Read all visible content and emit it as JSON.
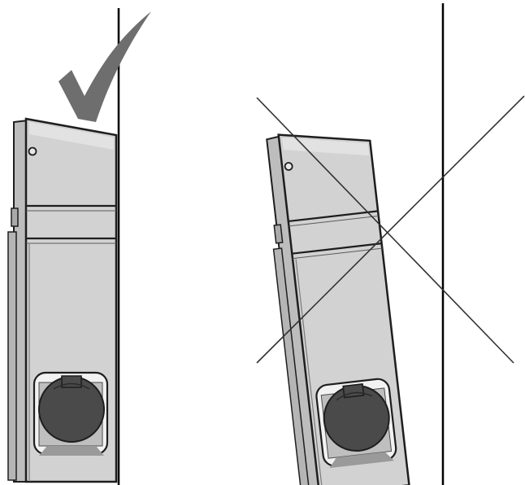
{
  "figure": {
    "panels": [
      {
        "id": "correct",
        "verdict": "correct",
        "mark_icon": "checkmark-icon",
        "mark_color": "#6e6e6e",
        "device_state": "flush-vertical-against-wall"
      },
      {
        "id": "incorrect",
        "verdict": "incorrect",
        "mark_icon": "x-cross-icon",
        "mark_color": "#333333",
        "device_state": "tilted-away-from-wall"
      }
    ],
    "colors": {
      "wall_line": "#000000",
      "housing_face": "#c4c4c4",
      "housing_front": "#d6d6d6",
      "housing_outline": "#1e1e1e",
      "socket_dark": "#444444",
      "background": "#ffffff"
    }
  }
}
